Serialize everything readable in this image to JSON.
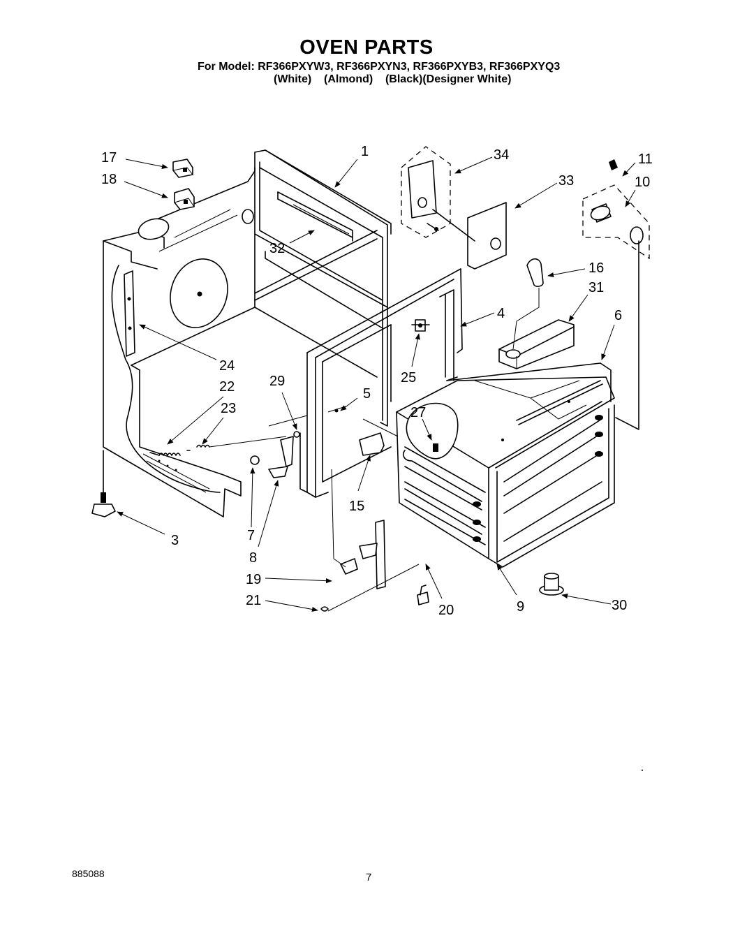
{
  "header": {
    "title": "OVEN PARTS",
    "models_line": "For Model: RF366PXYW3, RF366PXYN3, RF366PXYB3, RF366PXYQ3",
    "colors_line": "(White)    (Almond)    (Black)(Designer White)"
  },
  "footer": {
    "doc_number": "885088",
    "page_number": "7"
  },
  "callouts": [
    "1",
    "3",
    "4",
    "5",
    "6",
    "7",
    "8",
    "9",
    "10",
    "11",
    "15",
    "16",
    "17",
    "18",
    "19",
    "20",
    "21",
    "22",
    "23",
    "24",
    "25",
    "27",
    "29",
    "30",
    "31",
    "32",
    "33",
    "34"
  ]
}
